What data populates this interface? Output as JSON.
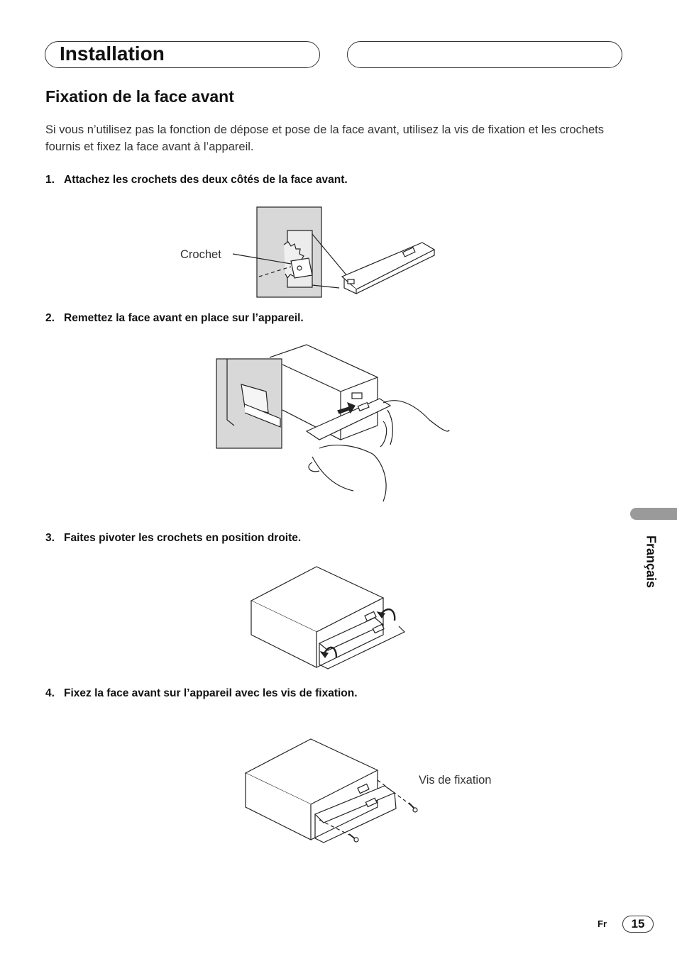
{
  "header": {
    "section_title": "Installation",
    "right_title": ""
  },
  "main": {
    "subtitle": "Fixation de la face avant",
    "intro": "Si vous n’utilisez pas la fonction de dépose et pose de la face avant, utilisez la vis de fixation et les crochets fournis et fixez la face avant à l’appareil.",
    "steps": [
      {
        "num": "1.",
        "text": "Attachez les crochets des deux côtés de la face avant."
      },
      {
        "num": "2.",
        "text": "Remettez la face avant en place sur l’appareil."
      },
      {
        "num": "3.",
        "text": "Faites pivoter les crochets en position droite."
      },
      {
        "num": "4.",
        "text": "Fixez la face avant sur l’appareil avec les vis de fixation."
      }
    ],
    "callouts": {
      "hook": "Crochet",
      "screw": "Vis de fixation"
    }
  },
  "side_tab": {
    "label": "Français"
  },
  "footer": {
    "lang": "Fr",
    "page": "15"
  }
}
